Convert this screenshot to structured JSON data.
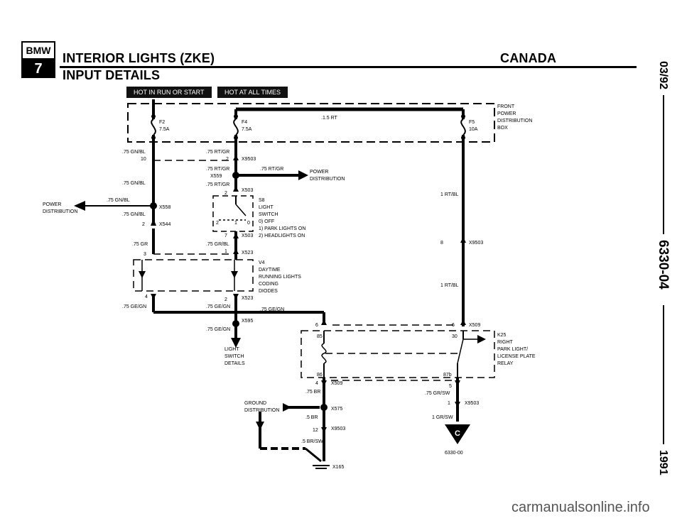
{
  "header": {
    "logo_top": "BMW",
    "logo_bottom": "7",
    "title": "INTERIOR LIGHTS (ZKE)",
    "subtitle": "INPUT DETAILS",
    "region": "CANADA"
  },
  "power_boxes": {
    "hot_run_start": "HOT IN RUN OR START",
    "hot_all_times": "HOT AT ALL TIMES"
  },
  "front_power_distribution": [
    "FRONT",
    "POWER",
    "DISTRIBUTION",
    "BOX"
  ],
  "fuses": {
    "f2": {
      "name": "F2",
      "rating": "7.5A"
    },
    "f4": {
      "name": "F4",
      "rating": "7.5A"
    },
    "f5": {
      "name": "F5",
      "rating": "10A"
    }
  },
  "wires": {
    "w_1_5_rt": ".1.5 RT",
    "gn_bl_1": ".75 GN/BL",
    "gn_bl_2": ".75 GN/BL",
    "gn_bl_3": ".75 GN/BL",
    "gn_bl_4": ".75 GN/BL",
    "rt_gr_1": ".75 RT/GR",
    "rt_gr_2": ".75 RT/GR",
    "rt_gr_3": ".75 RT/GR",
    "rt_gr_4": ".75 RT/GR",
    "rt_bl_1": "1 RT/BL",
    "rt_bl_2": "1 RT/BL",
    "gr": ".75 GR",
    "gr_bl": ".75 GR/BL",
    "ge_gn_1": ".75 GE/GN",
    "ge_gn_2": ".75 GE/GN",
    "ge_gn_3": ".75 GE/GN",
    "ge_gn_4": ".75 GE/GN",
    "br_75": ".75 BR",
    "br_5": ".5 BR",
    "gr_sw_75": ".75 GR/SW",
    "gr_sw_1": "1 GR/SW",
    "br_sw": ".5 BR/SW"
  },
  "connectors": {
    "x9503_a": "X9503",
    "x9503_b": "X9503",
    "x9503_c": "X9503",
    "x9503_d": "X9503",
    "x559": "X559",
    "x558": "X558",
    "x503": "X503",
    "x503_b": "X503",
    "x544": "X544",
    "x523_a": "X523",
    "x523_b": "X523",
    "x595": "X595",
    "x509_a": "X509",
    "x509_b": "X509",
    "x575": "X575",
    "x165": "X165"
  },
  "pins": {
    "p10": "10",
    "p2a": "2",
    "p2b": "2",
    "p2c": "2",
    "p2d": "2",
    "p7": "7",
    "p1": "1",
    "p3": "3",
    "p4a": "4",
    "p4b": "4",
    "p8": "8",
    "p6a": "6",
    "p6b": "6",
    "p5": "5",
    "p1b": "1",
    "p12": "12",
    "s2": "2",
    "s1": "1",
    "s0": "0",
    "r85": "85",
    "r86": "86",
    "r30": "30",
    "r87b": "87b"
  },
  "labels": {
    "power_distribution_right": [
      "POWER",
      "DISTRIBUTION"
    ],
    "power_distribution_left": [
      "POWER",
      "DISTRIBUTION"
    ],
    "s8": [
      "S8",
      "LIGHT",
      "SWITCH",
      "0) OFF",
      "1) PARK LIGHTS ON",
      "2) HEADLIGHTS ON"
    ],
    "v4": [
      "V4",
      "DAYTIME",
      "RUNNING LIGHTS",
      "CODING",
      "DIODES"
    ],
    "light_switch_details": [
      "LIGHT",
      "SWITCH",
      "DETAILS"
    ],
    "k25": [
      "K25",
      "RIGHT",
      "PARK LIGHT/",
      "LICENSE PLATE",
      "RELAY"
    ],
    "ground_distribution": [
      "GROUND",
      "DISTRIBUTION"
    ],
    "offpage_c": "C",
    "diagram_code": "6330-00"
  },
  "side": {
    "date": "03/92",
    "page": "6330-04",
    "year": "1991"
  },
  "watermark": "carmanualsonline.info"
}
